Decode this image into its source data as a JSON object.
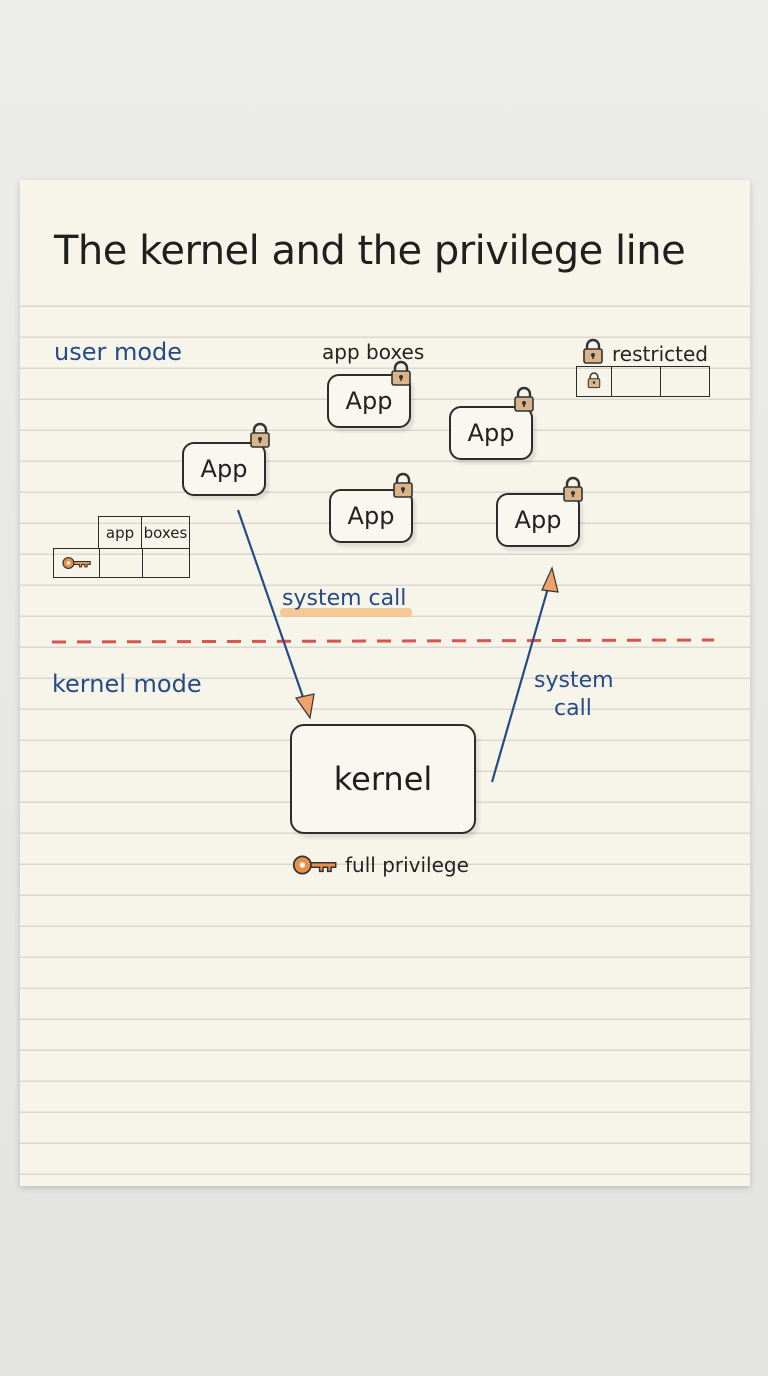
{
  "title": "The kernel and the privilege line",
  "zones": {
    "user_mode": "user mode",
    "kernel_mode": "kernel mode"
  },
  "labels": {
    "app_boxes_top": "app boxes",
    "restricted": "restricted",
    "grid_app": "app",
    "grid_boxes": "boxes",
    "system_call_left": "system call",
    "system_call_right_line1": "system",
    "system_call_right_line2": "call",
    "full_privilege": "full privilege"
  },
  "apps": [
    {
      "label": "App"
    },
    {
      "label": "App"
    },
    {
      "label": "App"
    },
    {
      "label": "App"
    },
    {
      "label": "App"
    }
  ],
  "kernel": {
    "label": "kernel"
  },
  "icons": [
    "lock-icon",
    "key-icon",
    "arrow-icon"
  ],
  "colors": {
    "zone_text": "#274a86",
    "arrow": "#274a86",
    "arrow_head": "#f0a06a",
    "privilege_line": "#d9534f",
    "key": "#e8914a",
    "highlight": "#f4c08a"
  }
}
